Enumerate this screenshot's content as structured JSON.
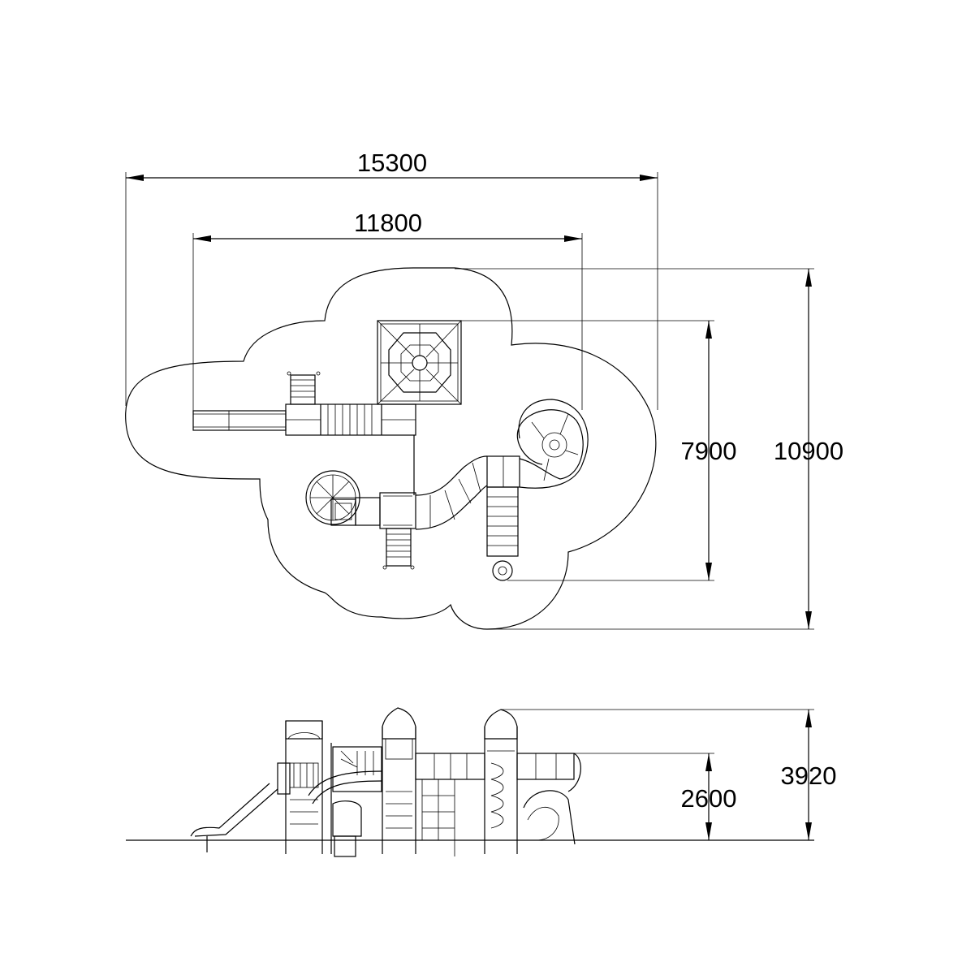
{
  "dimensions": {
    "overall_width": "15300",
    "inner_width": "11800",
    "equipment_depth": "7900",
    "overall_depth": "10900",
    "overall_height": "3920",
    "platform_height": "2600"
  }
}
